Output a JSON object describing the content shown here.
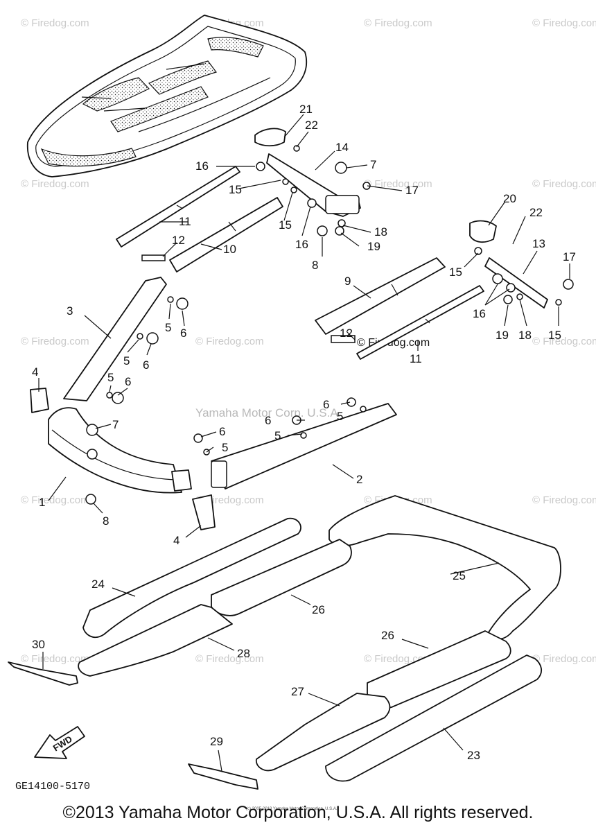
{
  "callouts": [
    {
      "n": "21"
    },
    {
      "n": "22"
    },
    {
      "n": "14"
    },
    {
      "n": "16"
    },
    {
      "n": "7"
    },
    {
      "n": "15"
    },
    {
      "n": "17"
    },
    {
      "n": "11"
    },
    {
      "n": "15"
    },
    {
      "n": "16"
    },
    {
      "n": "18"
    },
    {
      "n": "12"
    },
    {
      "n": "10"
    },
    {
      "n": "8"
    },
    {
      "n": "19"
    },
    {
      "n": "20"
    },
    {
      "n": "22"
    },
    {
      "n": "13"
    },
    {
      "n": "17"
    },
    {
      "n": "15"
    },
    {
      "n": "9"
    },
    {
      "n": "3"
    },
    {
      "n": "5"
    },
    {
      "n": "6"
    },
    {
      "n": "16"
    },
    {
      "n": "5"
    },
    {
      "n": "6"
    },
    {
      "n": "12"
    },
    {
      "n": "19"
    },
    {
      "n": "18"
    },
    {
      "n": "15"
    },
    {
      "n": "11"
    },
    {
      "n": "4"
    },
    {
      "n": "5"
    },
    {
      "n": "6"
    },
    {
      "n": "6"
    },
    {
      "n": "5"
    },
    {
      "n": "6"
    },
    {
      "n": "7"
    },
    {
      "n": "5"
    },
    {
      "n": "6"
    },
    {
      "n": "5"
    },
    {
      "n": "1"
    },
    {
      "n": "2"
    },
    {
      "n": "8"
    },
    {
      "n": "4"
    },
    {
      "n": "25"
    },
    {
      "n": "24"
    },
    {
      "n": "26"
    },
    {
      "n": "30"
    },
    {
      "n": "28"
    },
    {
      "n": "26"
    },
    {
      "n": "27"
    },
    {
      "n": "23"
    },
    {
      "n": "29"
    }
  ],
  "watermark_text": "© Firedog.com",
  "watermark_inline": "© Firedog.com",
  "center_watermark": "Yamaha Motor Corp. U.S.A.",
  "fwd_label": "FWD",
  "diagram_code": "GE14100-5170",
  "small_print": "(c) 2005-2013 Yamaha Motor Corporation, U.S.A.",
  "copyright": "©2013 Yamaha Motor Corporation, U.S.A. All rights reserved."
}
